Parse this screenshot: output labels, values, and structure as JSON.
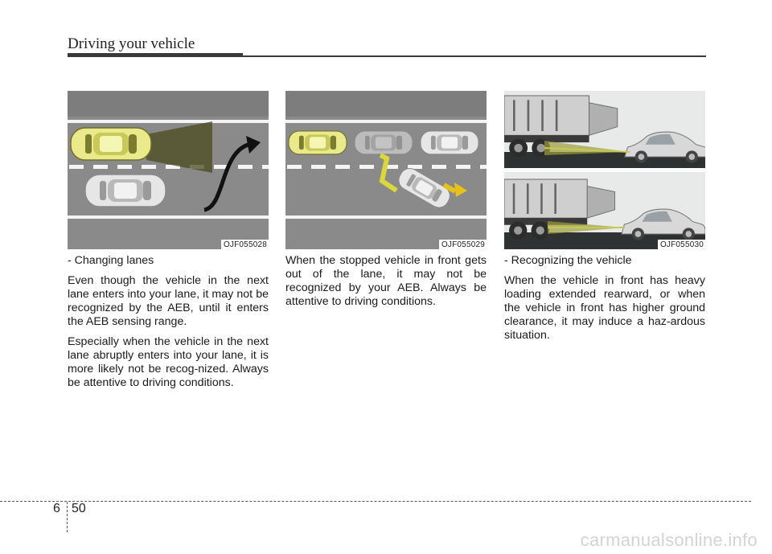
{
  "header": {
    "title": "Driving your vehicle"
  },
  "figures": [
    {
      "code": "OJF055028"
    },
    {
      "code": "OJF055029"
    },
    {
      "code": "OJF055030"
    }
  ],
  "columns": [
    {
      "paragraphs": [
        "- Changing lanes",
        "Even though the vehicle in the next lane enters into your lane, it may not be recognized by the AEB, until it enters the AEB sensing range.",
        "Especially when the vehicle in the next lane abruptly enters into your lane, it is more likely not be recog-nized. Always be attentive to driving conditions."
      ]
    },
    {
      "paragraphs": [
        "When the stopped vehicle in front gets out of the lane, it may not be recognized by your AEB. Always be attentive to driving conditions."
      ]
    },
    {
      "paragraphs": [
        "- Recognizing the vehicle",
        "When the vehicle in front has heavy loading extended rearward, or when the vehicle in front has higher ground clearance, it may induce a haz-ardous situation."
      ]
    }
  ],
  "footer": {
    "chapter": "6",
    "page": "50"
  },
  "watermark": "carmanualsonline.info"
}
